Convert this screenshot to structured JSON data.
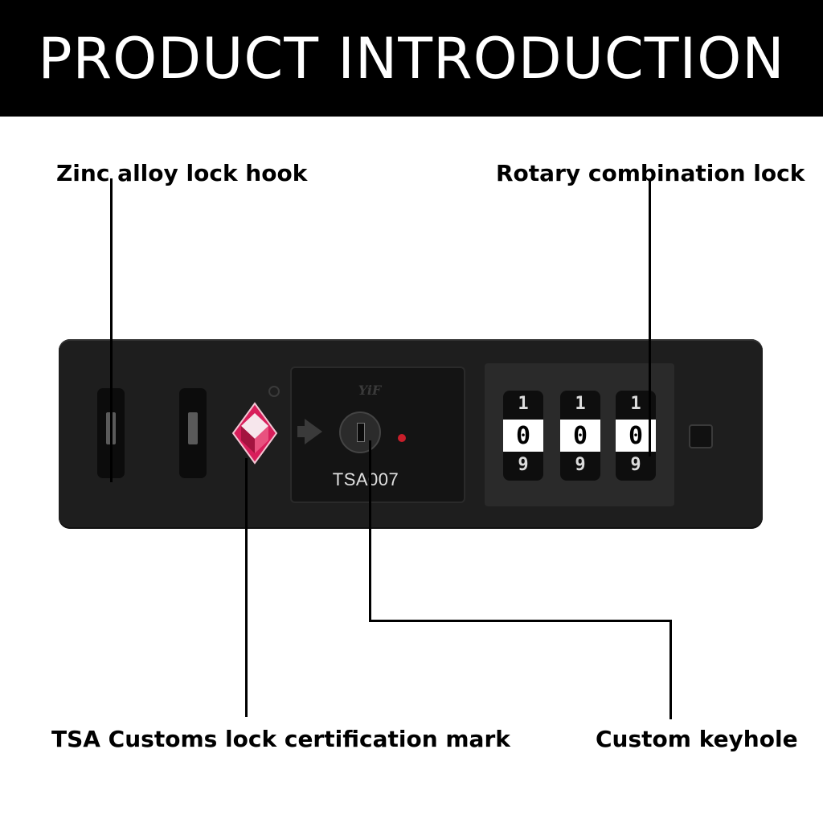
{
  "banner": {
    "title": "PRODUCT INTRODUCTION"
  },
  "labels": {
    "hook": "Zinc alloy lock hook",
    "rotary": "Rotary combination lock",
    "tsa_mark": "TSA Customs lock certification mark",
    "keyhole": "Custom keyhole"
  },
  "lock": {
    "brand": "YiF",
    "model": "TSA007",
    "dials": [
      {
        "top": "1",
        "current": "0",
        "bottom": "9"
      },
      {
        "top": "1",
        "current": "0",
        "bottom": "9"
      },
      {
        "top": "1",
        "current": "0",
        "bottom": "9"
      }
    ]
  },
  "colors": {
    "banner": "#000000",
    "lock_body": "#1e1e1e",
    "tsa_red": "#d81e5b",
    "indicator": "#c81e2a"
  }
}
